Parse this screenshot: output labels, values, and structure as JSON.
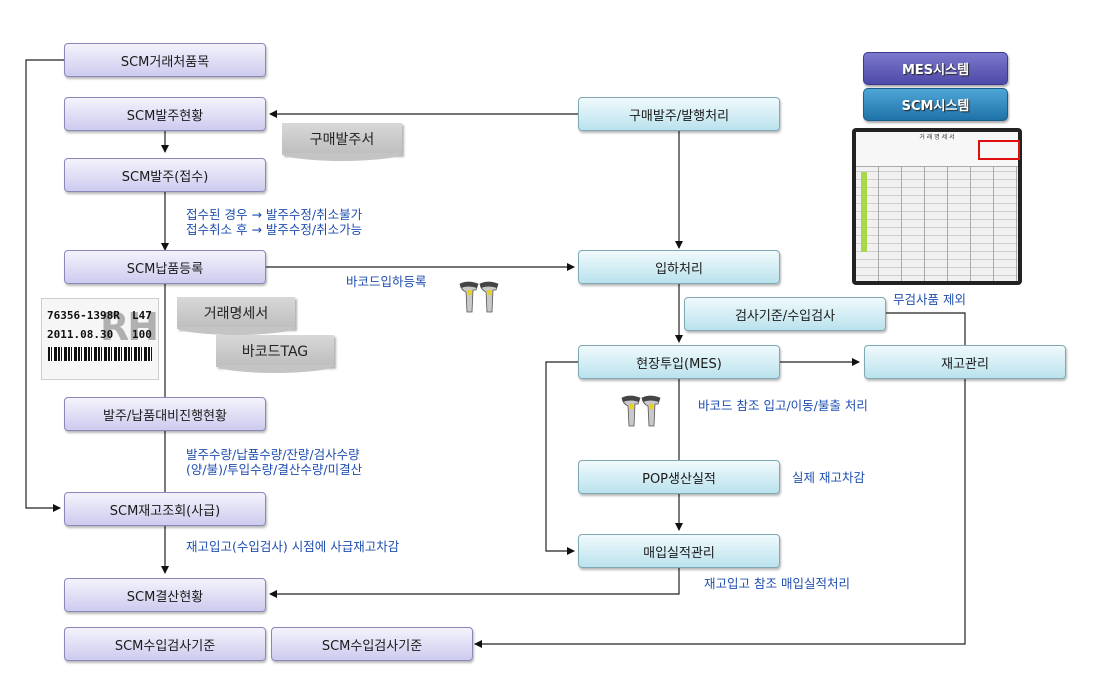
{
  "legend": {
    "mes_label": "MES시스템",
    "scm_label": "SCM시스템",
    "mes_color": "#5b57b5",
    "scm_color": "#2a85bf"
  },
  "scm_nodes": {
    "partner_items": "SCM거래처품목",
    "po_status": "SCM발주현황",
    "po_receipt": "SCM발주(접수)",
    "delivery_reg": "SCM납품등록",
    "progress_status": "발주/납품대비진행현황",
    "stock_inquiry": "SCM재고조회(사급)",
    "settlement_status": "SCM결산현황",
    "inspection_std_1": "SCM수입검사기준",
    "inspection_std_2": "SCM수입검사기준"
  },
  "erp_nodes": {
    "purchase_order": "구매발주/발행처리",
    "receiving": "입하처리",
    "inspection": "검사기준/수입검사",
    "field_input": "현장투입(MES)",
    "inventory": "재고관리",
    "pop_result": "POP생산실적",
    "purchase_result": "매입실적관리"
  },
  "documents": {
    "purchase_order_doc": "구매발주서",
    "transaction_statement": "거래명세서",
    "barcode_tag": "바코드TAG"
  },
  "notes": {
    "receipt_line1": "접수된 경우 → 발주수정/취소불가",
    "receipt_line2": "접수취소 후 → 발주수정/취소가능",
    "barcode_receiving": "바코드입하등록",
    "progress_line1": "발주수량/납품수량/잔량/검사수량",
    "progress_line2": "(양/불)/투입수량/결산수량/미결산",
    "stock_deduct": "재고입고(수입검사) 시점에 사급재고차감",
    "exclude_uninspected": "무검사품 제외",
    "barcode_ref": "바코드 참조 입고/이동/불출 처리",
    "actual_deduct": "실제 재고차감",
    "purchase_ref": "재고입고 참조 매입실적처리"
  },
  "barcode_label": {
    "part_no": "76356-1398R",
    "side": "L47",
    "date": "2011.08.30",
    "qty": "100",
    "watermark": "RH"
  },
  "screen_image": {
    "title": "거 래 명 세 서"
  }
}
